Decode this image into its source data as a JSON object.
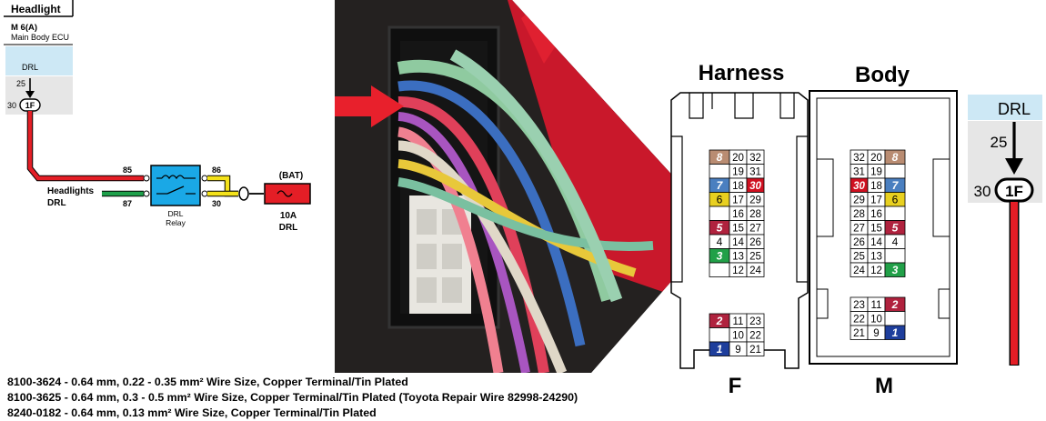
{
  "schematic": {
    "title": "Headlight",
    "ecu_id": "M 6(A)",
    "ecu_name": "Main Body ECU",
    "drl_label": "DRL",
    "pin_25": "25",
    "pin_30": "30",
    "connector_1f": "1F",
    "relay_pin_85": "85",
    "relay_pin_86": "86",
    "relay_pin_87": "87",
    "relay_pin_30": "30",
    "headlights_label": "Headlights",
    "drl_side_label": "DRL",
    "relay_name_1": "DRL",
    "relay_name_2": "Relay",
    "bat_label": "(BAT)",
    "fuse_rating": "10A",
    "fuse_name": "DRL"
  },
  "connectors": {
    "harness_title": "Harness",
    "body_title": "Body",
    "harness_letter": "F",
    "body_letter": "M",
    "harness_upper": [
      {
        "left": "8",
        "c1": "20",
        "c2": "32"
      },
      {
        "left": "",
        "c1": "19",
        "c2": "31"
      },
      {
        "left": "7",
        "c1": "18",
        "c2": "30"
      },
      {
        "left": "6",
        "c1": "17",
        "c2": "29"
      },
      {
        "left": "",
        "c1": "16",
        "c2": "28"
      },
      {
        "left": "5",
        "c1": "15",
        "c2": "27"
      },
      {
        "left": "4",
        "c1": "14",
        "c2": "26"
      },
      {
        "left": "3",
        "c1": "13",
        "c2": "25"
      },
      {
        "left": "",
        "c1": "12",
        "c2": "24"
      }
    ],
    "harness_lower": [
      {
        "left": "2",
        "c1": "11",
        "c2": "23"
      },
      {
        "left": "",
        "c1": "10",
        "c2": "22"
      },
      {
        "left": "1",
        "c1": "9",
        "c2": "21"
      }
    ],
    "body_upper": [
      {
        "c1": "32",
        "c2": "20",
        "right": "8"
      },
      {
        "c1": "31",
        "c2": "19",
        "right": ""
      },
      {
        "c1": "30",
        "c2": "18",
        "right": "7"
      },
      {
        "c1": "29",
        "c2": "17",
        "right": "6"
      },
      {
        "c1": "28",
        "c2": "16",
        "right": ""
      },
      {
        "c1": "27",
        "c2": "15",
        "right": "5"
      },
      {
        "c1": "26",
        "c2": "14",
        "right": "4"
      },
      {
        "c1": "25",
        "c2": "13",
        "right": ""
      },
      {
        "c1": "24",
        "c2": "12",
        "right": "3"
      }
    ],
    "body_lower": [
      {
        "c1": "23",
        "c2": "11",
        "right": "2"
      },
      {
        "c1": "22",
        "c2": "10",
        "right": ""
      },
      {
        "c1": "21",
        "c2": "9",
        "right": "1"
      }
    ],
    "pin_colors": {
      "8": "#b98c72",
      "7": "#4a7fc0",
      "6": "#e8d020",
      "5": "#b0223e",
      "4": "#ffffff",
      "3": "#21a048",
      "2": "#b0223e",
      "1": "#1e3e9c",
      "30": "#d01020"
    }
  },
  "drl_detail": {
    "label": "DRL",
    "pin_25": "25",
    "pin_30": "30",
    "connector": "1F"
  },
  "notes": [
    "8100-3624 - 0.64 mm, 0.22 - 0.35 mm² Wire Size, Copper Terminal/Tin Plated",
    "8100-3625 - 0.64 mm, 0.3 - 0.5 mm² Wire Size, Copper Terminal/Tin Plated (Toyota Repair Wire 82998-24290)",
    "8240-0182 - 0.64 mm, 0.13 mm² Wire Size, Copper Terminal/Tin Plated"
  ]
}
